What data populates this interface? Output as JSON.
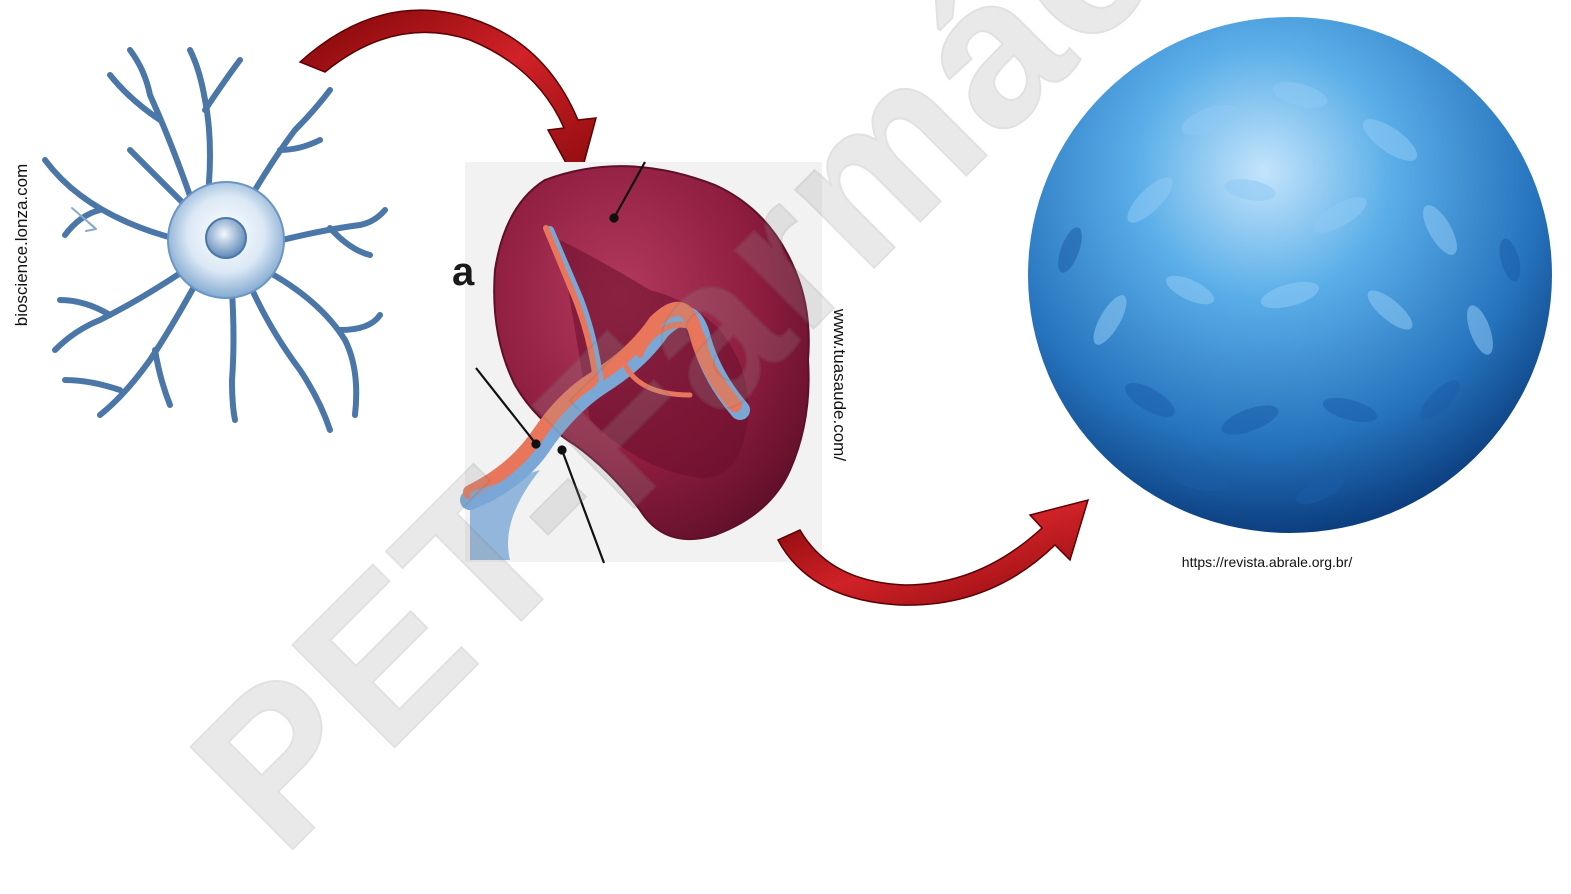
{
  "credits": {
    "left": "bioscience.lonza.com",
    "middle": "www.tuasaude.com/",
    "right": "https://revista.abrale.org.br/"
  },
  "watermark": "PET-Farmácia",
  "spleen_label_letter": "a",
  "colors": {
    "arrow": "#a50d10",
    "neuron_cell": "#4a76a8",
    "spleen": "#8d1c3f",
    "artery": "#e8765a",
    "vein": "#7aa7d6",
    "lymphocyte": "#3a8fd0"
  },
  "icons": {
    "dendritic_cell": "dendritic-cell-icon",
    "spleen": "spleen-icon",
    "lymphocyte": "lymphocyte-icon",
    "arrow": "curved-arrow-icon"
  }
}
